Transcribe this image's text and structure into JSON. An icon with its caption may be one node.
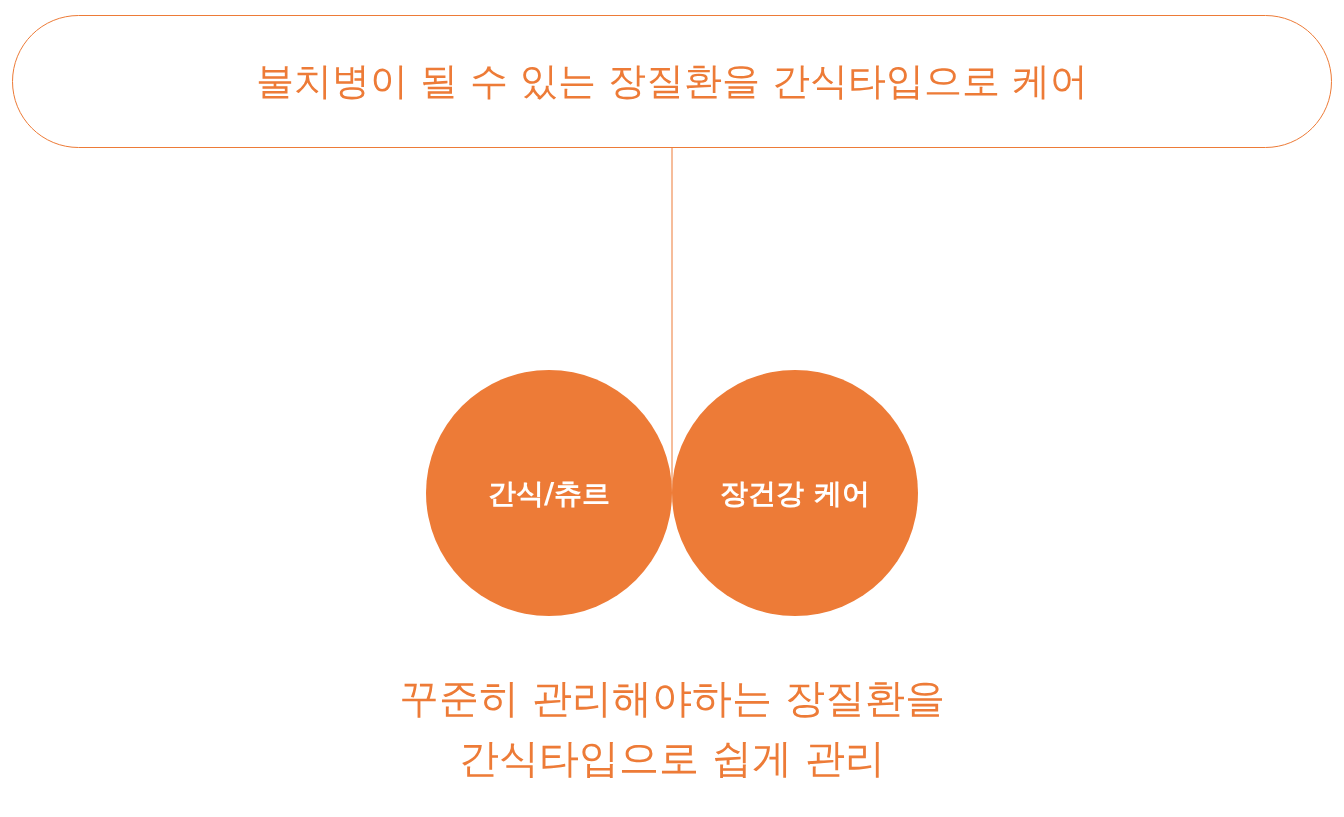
{
  "diagram": {
    "nodes": [
      {
        "text": [
          "불치병이 될 수 있는 장질환을 간식타입으로 케어"
        ]
      },
      {
        "text": [
          "간식/츄르"
        ]
      },
      {
        "text": [
          "장건강 케어"
        ]
      }
    ],
    "edges": [
      {
        "from": 0,
        "to": 1,
        "arrow": "none"
      },
      {
        "from": 0,
        "to": 2,
        "arrow": "none"
      }
    ],
    "caption": "꾸준히 관리해야하는 장질환을 간식타입으로 쉽게 관리"
  }
}
